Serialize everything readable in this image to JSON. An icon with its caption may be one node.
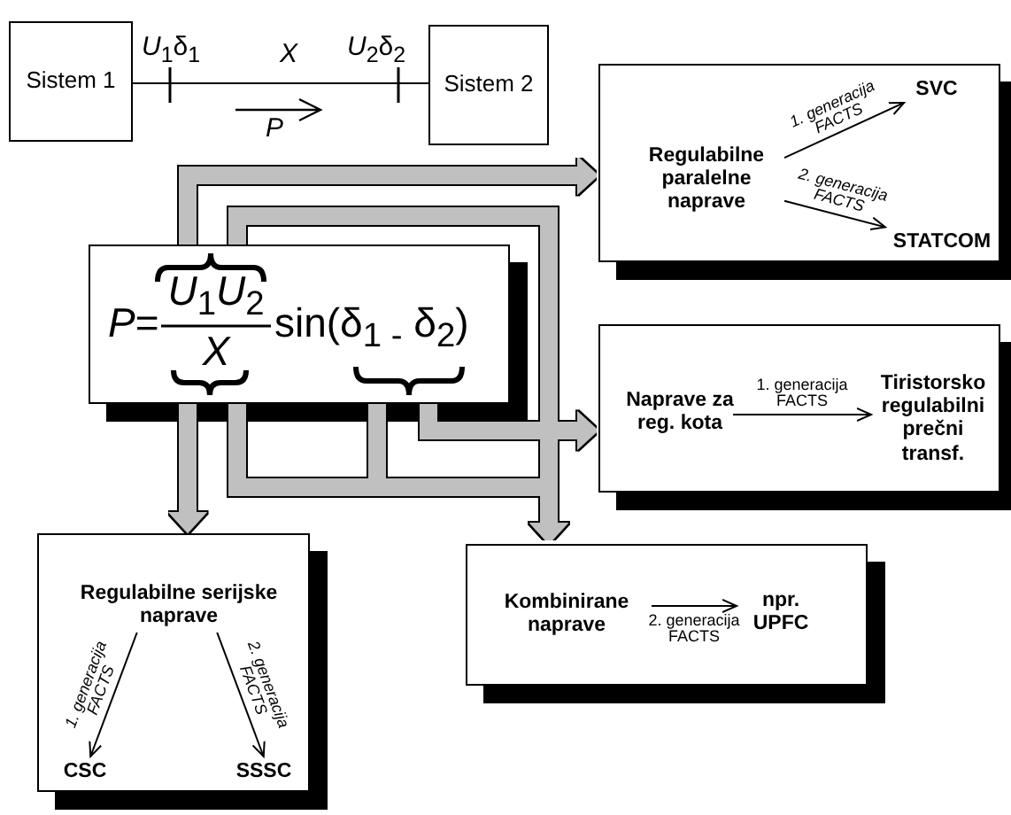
{
  "diagram": {
    "nodes": [
      {
        "text": [
          "Sistem 1"
        ]
      },
      {
        "text": [
          "Sistem 2"
        ]
      },
      {
        "text": [
          "*P*=",
          "*U*$_{1}$*U*$_{2}$",
          "X",
          "sin(δ$_{1 -}$ δ$_{2}$)"
        ]
      },
      {
        "text": [],
        "shape": "box"
      },
      {
        "text": [
          "Regulabilne paralelne naprave"
        ],
        "in": 3
      },
      {
        "text": [
          "SVC"
        ],
        "in": 3
      },
      {
        "text": [
          "STATCOM"
        ],
        "in": 3
      },
      {
        "text": [],
        "shape": "box"
      },
      {
        "text": [
          "Naprave za reg. kota"
        ],
        "in": 7
      },
      {
        "text": [
          "Tiristorsko regulabilni prečni transf."
        ],
        "in": 7
      },
      {
        "text": [],
        "shape": "box"
      },
      {
        "text": [
          "Regulabilne serijske naprave"
        ],
        "in": 10
      },
      {
        "text": [
          "CSC"
        ],
        "in": 10
      },
      {
        "text": [
          "SSSC"
        ],
        "in": 10
      },
      {
        "text": [],
        "shape": "box"
      },
      {
        "text": [
          "Kombinirane naprave"
        ],
        "in": 14
      },
      {
        "text": [
          "npr. UPFC"
        ],
        "in": 14
      }
    ],
    "edges": [
      {
        "from": 0,
        "to": 1,
        "arrow": "none"
      },
      {
        "from": 2,
        "to": 3,
        "arrow": "to",
        "style": "thick",
        "color": "#c0c0c0"
      },
      {
        "from": 2,
        "to": 14,
        "arrow": "to",
        "style": "thick",
        "color": "#c0c0c0"
      },
      {
        "from": 2,
        "to": 10,
        "arrow": "to",
        "style": "thick",
        "color": "#c0c0c0"
      },
      {
        "from": 2,
        "to": 14,
        "arrow": "to",
        "style": "thick",
        "color": "#c0c0c0"
      },
      {
        "from": 2,
        "to": 14,
        "arrow": "to",
        "style": "thick",
        "color": "#c0c0c0"
      },
      {
        "from": 2,
        "to": 7,
        "arrow": "to",
        "style": "thick",
        "color": "#c0c0c0"
      },
      {
        "from": 4,
        "to": 5,
        "arrow": "to",
        "label": "1. generacija FACTS"
      },
      {
        "from": 4,
        "to": 6,
        "arrow": "to",
        "label": "2. generacija FACTS"
      },
      {
        "from": 8,
        "to": 9,
        "arrow": "to",
        "label": "1. generacija FACTS"
      },
      {
        "from": 11,
        "to": 12,
        "arrow": "to",
        "label": "1. generacija FACTS"
      },
      {
        "from": 11,
        "to": 13,
        "arrow": "to",
        "label": "2. generacija FACTS"
      },
      {
        "from": 15,
        "to": 16,
        "arrow": "to",
        "label": "2. generacija FACTS"
      }
    ],
    "labels": [
      "*U*$_{1}$δ$_{1}$",
      "X",
      "*U*$_{2}$δ$_{2}$",
      "P"
    ]
  }
}
